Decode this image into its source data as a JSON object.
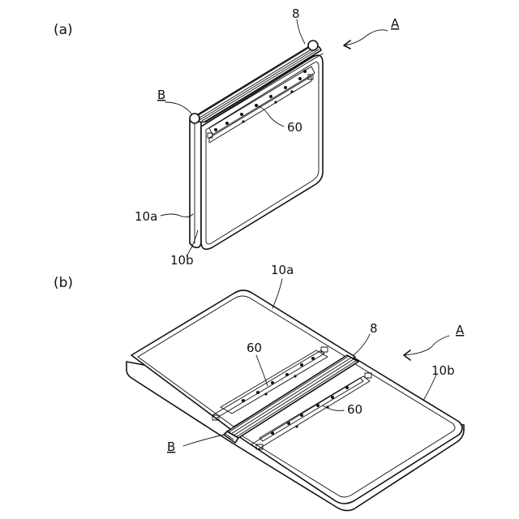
{
  "figure": {
    "panel_a": {
      "panel_label": "(a)",
      "labels": {
        "assembly": "A",
        "hinge_part": "8",
        "end_view": "B",
        "plate": "60",
        "housing_a": "10a",
        "housing_b": "10b"
      }
    },
    "panel_b": {
      "panel_label": "(b)",
      "labels": {
        "assembly": "A",
        "hinge_part": "8",
        "end_view": "B",
        "plate_left": "60",
        "plate_right": "60",
        "housing_a": "10a",
        "housing_b": "10b"
      }
    }
  }
}
